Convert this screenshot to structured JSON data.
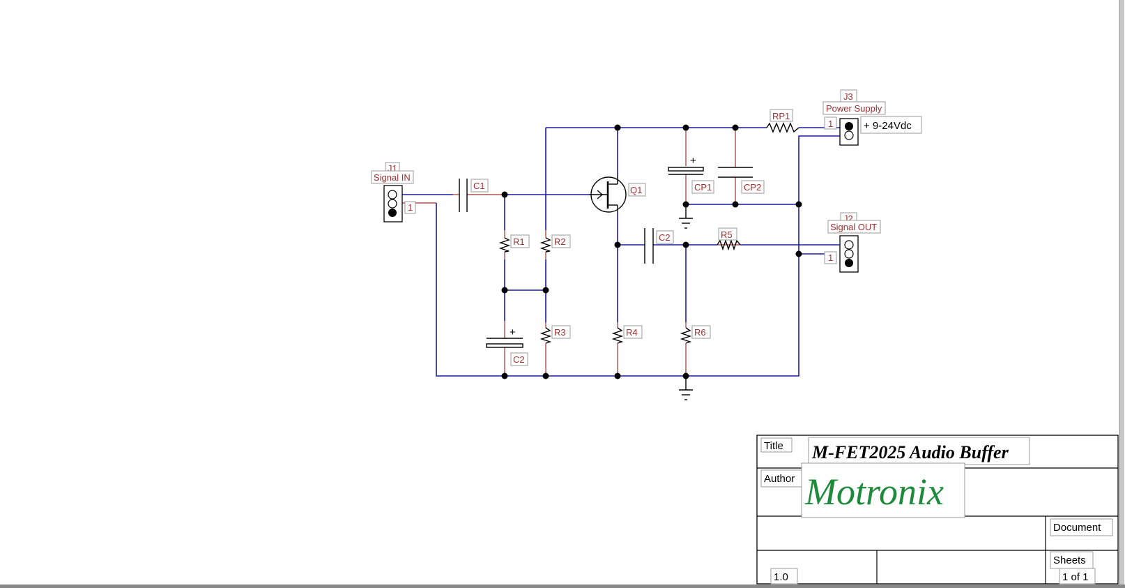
{
  "components": {
    "j1": {
      "ref": "J1",
      "value": "Signal IN",
      "pin": "1"
    },
    "j2": {
      "ref": "J2",
      "value": "Signal OUT",
      "pin": "1"
    },
    "j3": {
      "ref": "J3",
      "value": "Power Supply",
      "pin": "1",
      "supply": "+ 9-24Vdc"
    },
    "c1": {
      "ref": "C1"
    },
    "c2a": {
      "ref": "C2"
    },
    "c2b": {
      "ref": "C2"
    },
    "q1": {
      "ref": "Q1"
    },
    "r1": {
      "ref": "R1"
    },
    "r2": {
      "ref": "R2"
    },
    "r3": {
      "ref": "R3"
    },
    "r4": {
      "ref": "R4"
    },
    "r5": {
      "ref": "R5"
    },
    "r6": {
      "ref": "R6"
    },
    "rp1": {
      "ref": "RP1"
    },
    "cp1": {
      "ref": "CP1",
      "polarity": "+"
    },
    "cp2": {
      "ref": "CP2"
    },
    "c2_polarity": "+"
  },
  "title_block": {
    "title_label": "Title",
    "title": "M-FET2025 Audio Buffer",
    "author_label": "Author",
    "author_logo_text": "Motronix",
    "logo_color": "#1e8a3c",
    "document_label": "Document",
    "revision": "1.0",
    "sheets_label": "Sheets",
    "sheets": "1 of 1"
  },
  "colors": {
    "wire": "#1a1aa6",
    "label": "#a03030"
  }
}
